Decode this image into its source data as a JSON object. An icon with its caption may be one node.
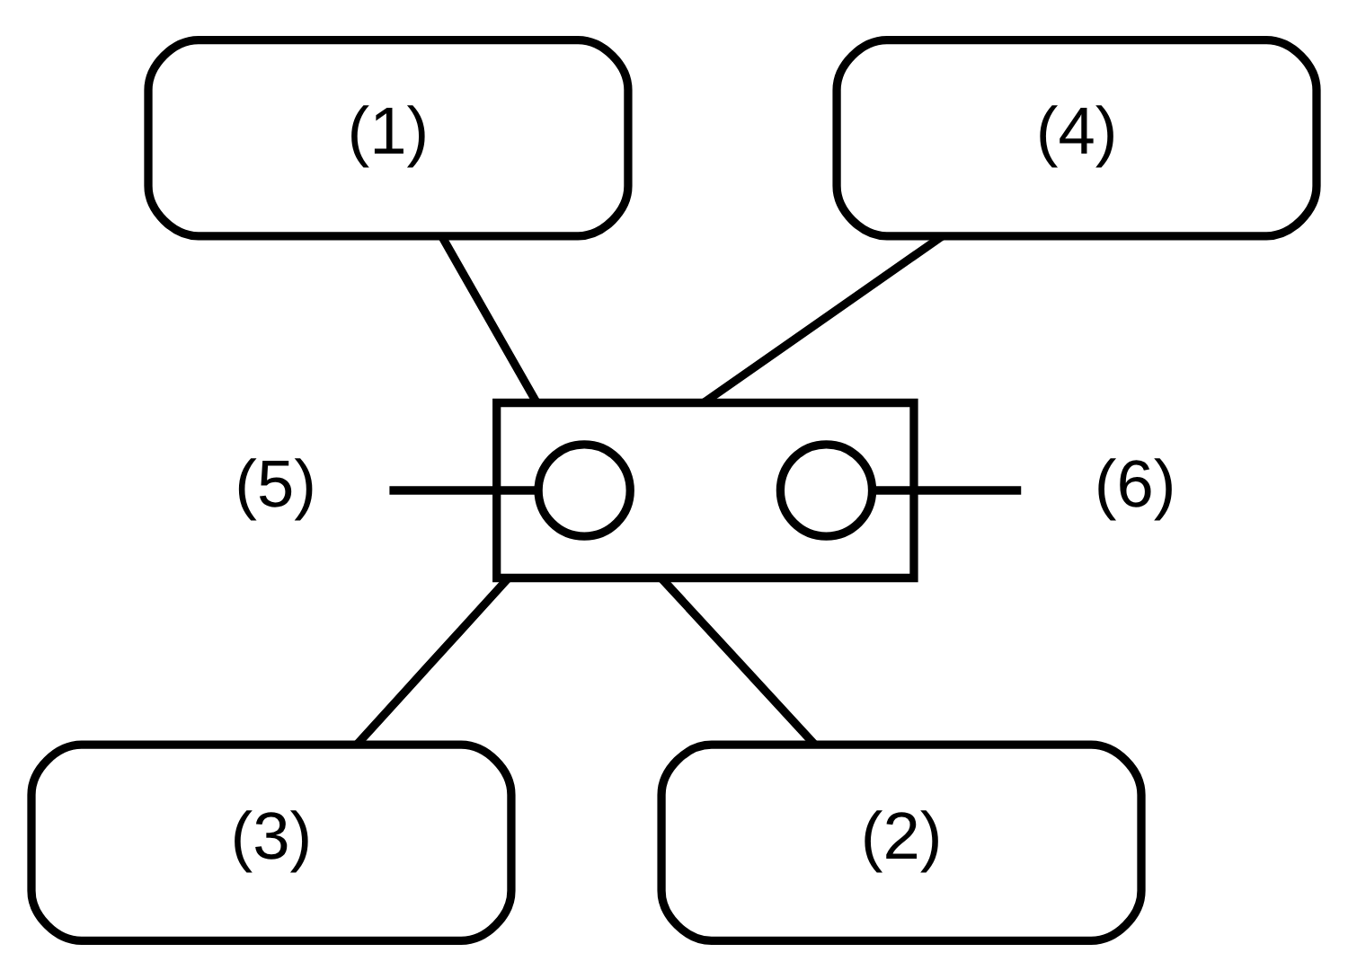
{
  "diagram": {
    "nodes": [
      {
        "text": [
          "(1)"
        ]
      },
      {
        "text": [
          "(4)"
        ]
      },
      {
        "text": [
          "(5)"
        ]
      },
      {
        "text": [],
        "shape": "box"
      },
      {
        "text": [],
        "shape": "circle",
        "in": 3
      },
      {
        "text": [],
        "shape": "circle",
        "in": 3
      },
      {
        "text": [
          "(6)"
        ]
      },
      {
        "text": [
          "(3)"
        ]
      },
      {
        "text": [
          "(2)"
        ]
      }
    ],
    "edges": [
      {
        "from": 0,
        "to": 3,
        "arrow": "none"
      },
      {
        "from": 1,
        "to": 3,
        "arrow": "none"
      },
      {
        "from": 2,
        "to": 4,
        "arrow": "none"
      },
      {
        "from": 6,
        "to": 5,
        "arrow": "none"
      },
      {
        "from": 3,
        "to": 7,
        "arrow": "none"
      },
      {
        "from": 3,
        "to": 8,
        "arrow": "none"
      }
    ]
  }
}
